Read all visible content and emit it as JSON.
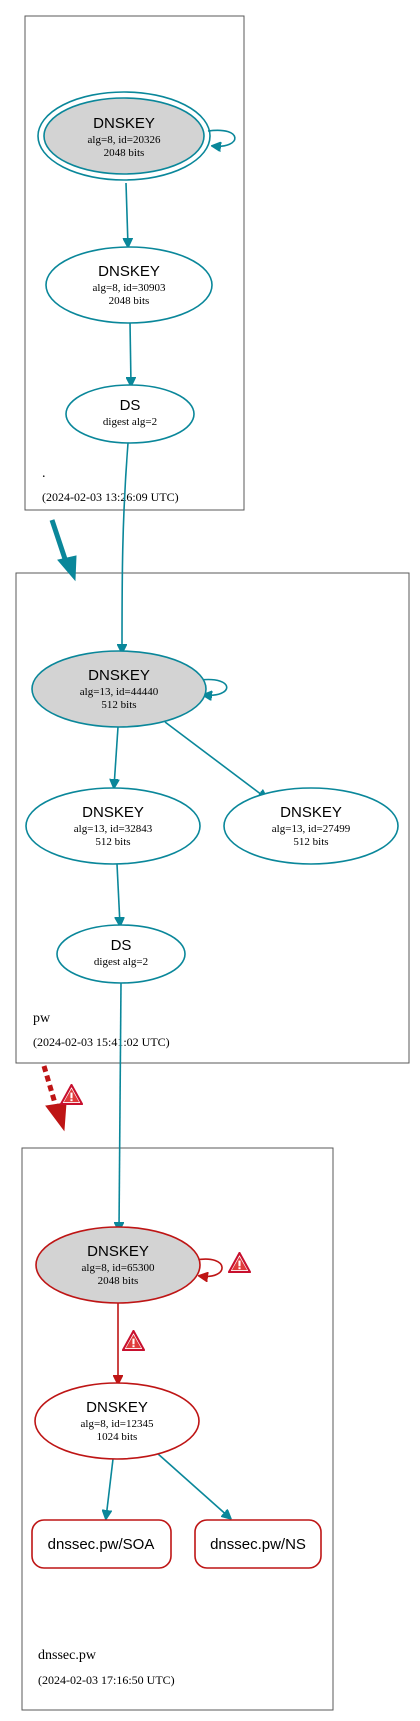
{
  "zones": [
    {
      "id": "root",
      "name": ".",
      "time": "(2024-02-03 13:26:09 UTC)"
    },
    {
      "id": "pw",
      "name": "pw",
      "time": "(2024-02-03 15:41:02 UTC)"
    },
    {
      "id": "dnssec",
      "name": "dnssec.pw",
      "time": "(2024-02-03 17:16:50 UTC)"
    }
  ],
  "nodes": {
    "root_ksk": {
      "title": "DNSKEY",
      "line1": "alg=8, id=20326",
      "line2": "2048 bits"
    },
    "root_zsk": {
      "title": "DNSKEY",
      "line1": "alg=8, id=30903",
      "line2": "2048 bits"
    },
    "root_ds": {
      "title": "DS",
      "line1": "digest alg=2"
    },
    "pw_ksk": {
      "title": "DNSKEY",
      "line1": "alg=13, id=44440",
      "line2": "512 bits"
    },
    "pw_zsk": {
      "title": "DNSKEY",
      "line1": "alg=13, id=32843",
      "line2": "512 bits"
    },
    "pw_key2": {
      "title": "DNSKEY",
      "line1": "alg=13, id=27499",
      "line2": "512 bits"
    },
    "pw_ds": {
      "title": "DS",
      "line1": "digest alg=2"
    },
    "dnssec_ksk": {
      "title": "DNSKEY",
      "line1": "alg=8, id=65300",
      "line2": "2048 bits"
    },
    "dnssec_zsk": {
      "title": "DNSKEY",
      "line1": "alg=8, id=12345",
      "line2": "1024 bits"
    },
    "dnssec_soa": {
      "title": "dnssec.pw/SOA"
    },
    "dnssec_ns": {
      "title": "dnssec.pw/NS"
    }
  },
  "colors": {
    "secure": "#0a879a",
    "bogus": "#be1515",
    "ksk_fill": "#d3d3d3",
    "warning": "#c8102e"
  },
  "icons": {
    "warning": "warning-triangle-icon"
  }
}
